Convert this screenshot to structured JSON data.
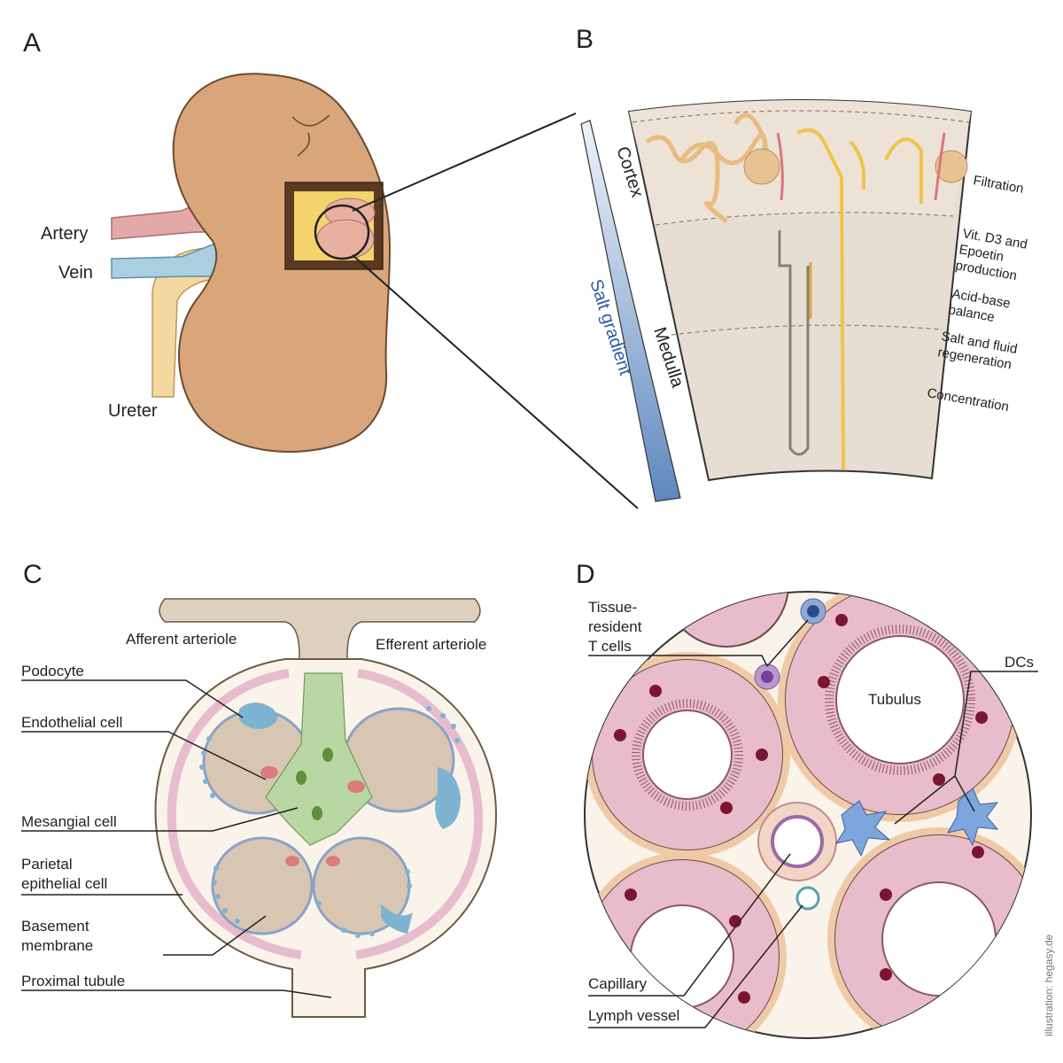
{
  "panels": {
    "a": {
      "letter": "A",
      "labels": {
        "artery": "Artery",
        "vein": "Vein",
        "ureter": "Ureter"
      }
    },
    "b": {
      "letter": "B",
      "zones": {
        "cortex": "Cortex",
        "medulla": "Medulla",
        "salt_gradient": "Salt gradient"
      },
      "functions": [
        [
          "Filtration"
        ],
        [
          "Vit. D3 and",
          "Epoetin",
          "production"
        ],
        [
          "Acid-base",
          "balance"
        ],
        [
          "Salt and fluid",
          "regeneration"
        ],
        [
          "Concentration"
        ]
      ]
    },
    "c": {
      "letter": "C",
      "labels": {
        "afferent": "Afferent arteriole",
        "efferent": "Efferent arteriole",
        "podocyte": "Podocyte",
        "endothelial": "Endothelial cell",
        "mesangial": "Mesangial cell",
        "parietal": [
          "Parietal",
          "epithelial cell"
        ],
        "basement": [
          "Basement",
          "membrane"
        ],
        "proximal": "Proximal tubule"
      }
    },
    "d": {
      "letter": "D",
      "labels": {
        "t_cells": [
          "Tissue-",
          "resident",
          "T cells"
        ],
        "dcs": "DCs",
        "tubulus": "Tubulus",
        "capillary": "Capillary",
        "lymph": "Lymph vessel"
      }
    }
  },
  "credit": "illustration: hegasy.de",
  "colors": {
    "kidney": "#d9a57a",
    "artery": "#e3a9a9",
    "vein": "#a9cfe0",
    "ureter": "#f3d9a0",
    "glomerulus_bg": "#d8c6b2",
    "mesangial": "#b9d7a3",
    "podocyte": "#7fb3d2",
    "tubule_cell": "#e9bccb",
    "nucleus": "#7a1632",
    "salt_gradient": "#6d93c4"
  }
}
